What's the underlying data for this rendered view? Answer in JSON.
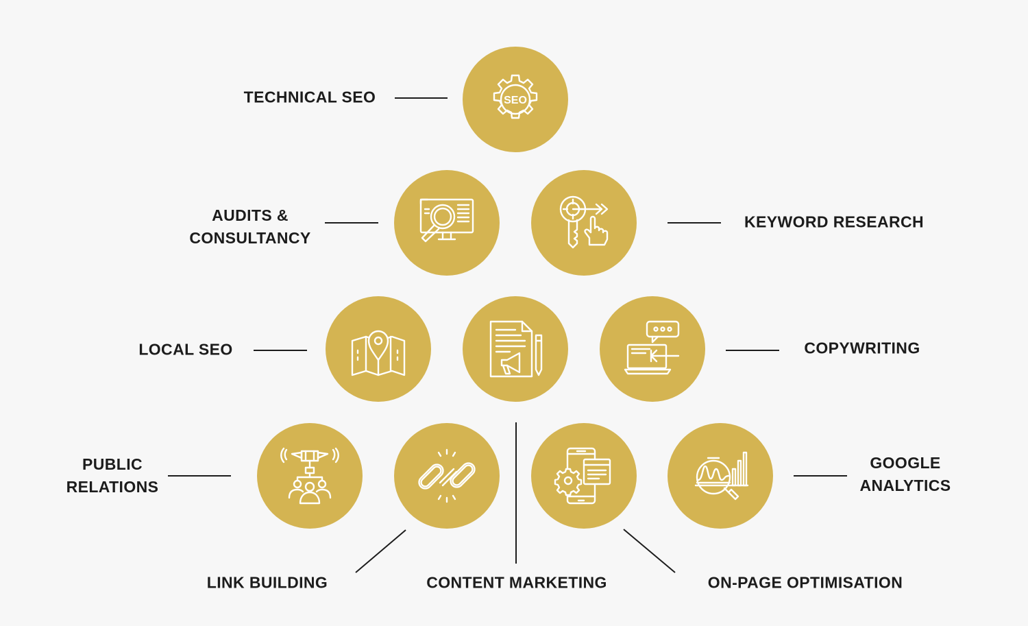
{
  "colors": {
    "background": "#f7f7f7",
    "circle_fill": "#d4b452",
    "icon_stroke": "#ffffff",
    "text": "#1c1c1c",
    "connector": "#1c1c1c"
  },
  "services": [
    {
      "id": "technical-seo",
      "label_lines": [
        "TECHNICAL SEO"
      ],
      "icon": "seo-gear-icon"
    },
    {
      "id": "audits-consultancy",
      "label_lines": [
        "AUDITS &",
        "CONSULTANCY"
      ],
      "icon": "monitor-magnifier-icon"
    },
    {
      "id": "keyword-research",
      "label_lines": [
        "KEYWORD RESEARCH"
      ],
      "icon": "key-target-pointer-icon"
    },
    {
      "id": "local-seo",
      "label_lines": [
        "LOCAL SEO"
      ],
      "icon": "map-pin-icon"
    },
    {
      "id": "content-marketing",
      "label_lines": [
        "CONTENT MARKETING"
      ],
      "icon": "document-megaphone-icon"
    },
    {
      "id": "copywriting",
      "label_lines": [
        "COPYWRITING"
      ],
      "icon": "laptop-chat-icon"
    },
    {
      "id": "public-relations",
      "label_lines": [
        "PUBLIC",
        "RELATIONS"
      ],
      "icon": "megaphone-people-icon"
    },
    {
      "id": "link-building",
      "label_lines": [
        "LINK BUILDING"
      ],
      "icon": "chain-link-icon"
    },
    {
      "id": "on-page-optimisation",
      "label_lines": [
        "ON-PAGE OPTIMISATION"
      ],
      "icon": "mobile-pages-gear-icon"
    },
    {
      "id": "google-analytics",
      "label_lines": [
        "GOOGLE",
        "ANALYTICS"
      ],
      "icon": "chart-magnifier-icon"
    }
  ]
}
